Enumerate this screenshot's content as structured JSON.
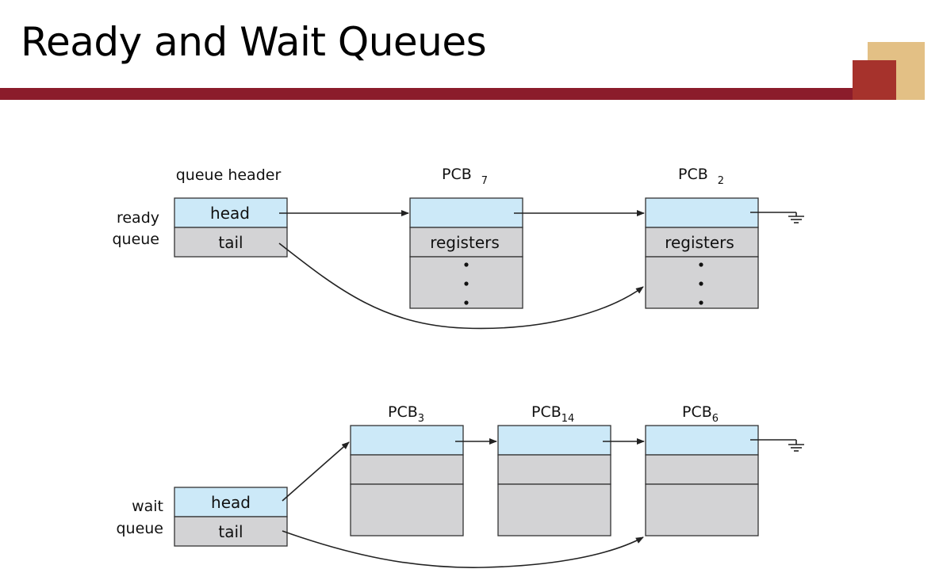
{
  "slide": {
    "title": "Ready and Wait Queues",
    "colors": {
      "title_bar": "#8b1c2b",
      "accent_tan": "#e3c085",
      "accent_red": "#a6322c",
      "pointer_cell": "#cce9f8",
      "data_cell": "#d3d3d5"
    }
  },
  "diagram": {
    "ready": {
      "queue_label_line1": "ready",
      "queue_label_line2": "queue",
      "header_label": "queue header",
      "head": "head",
      "tail": "tail",
      "pcbs": [
        {
          "base": "PCB",
          "sub": "7",
          "registers": "registers"
        },
        {
          "base": "PCB",
          "sub": "2",
          "registers": "registers"
        }
      ]
    },
    "wait": {
      "queue_label_line1": "wait",
      "queue_label_line2": "queue",
      "head": "head",
      "tail": "tail",
      "pcbs": [
        {
          "base": "PCB",
          "sub": "3"
        },
        {
          "base": "PCB",
          "sub": "14"
        },
        {
          "base": "PCB",
          "sub": "6"
        }
      ]
    }
  }
}
